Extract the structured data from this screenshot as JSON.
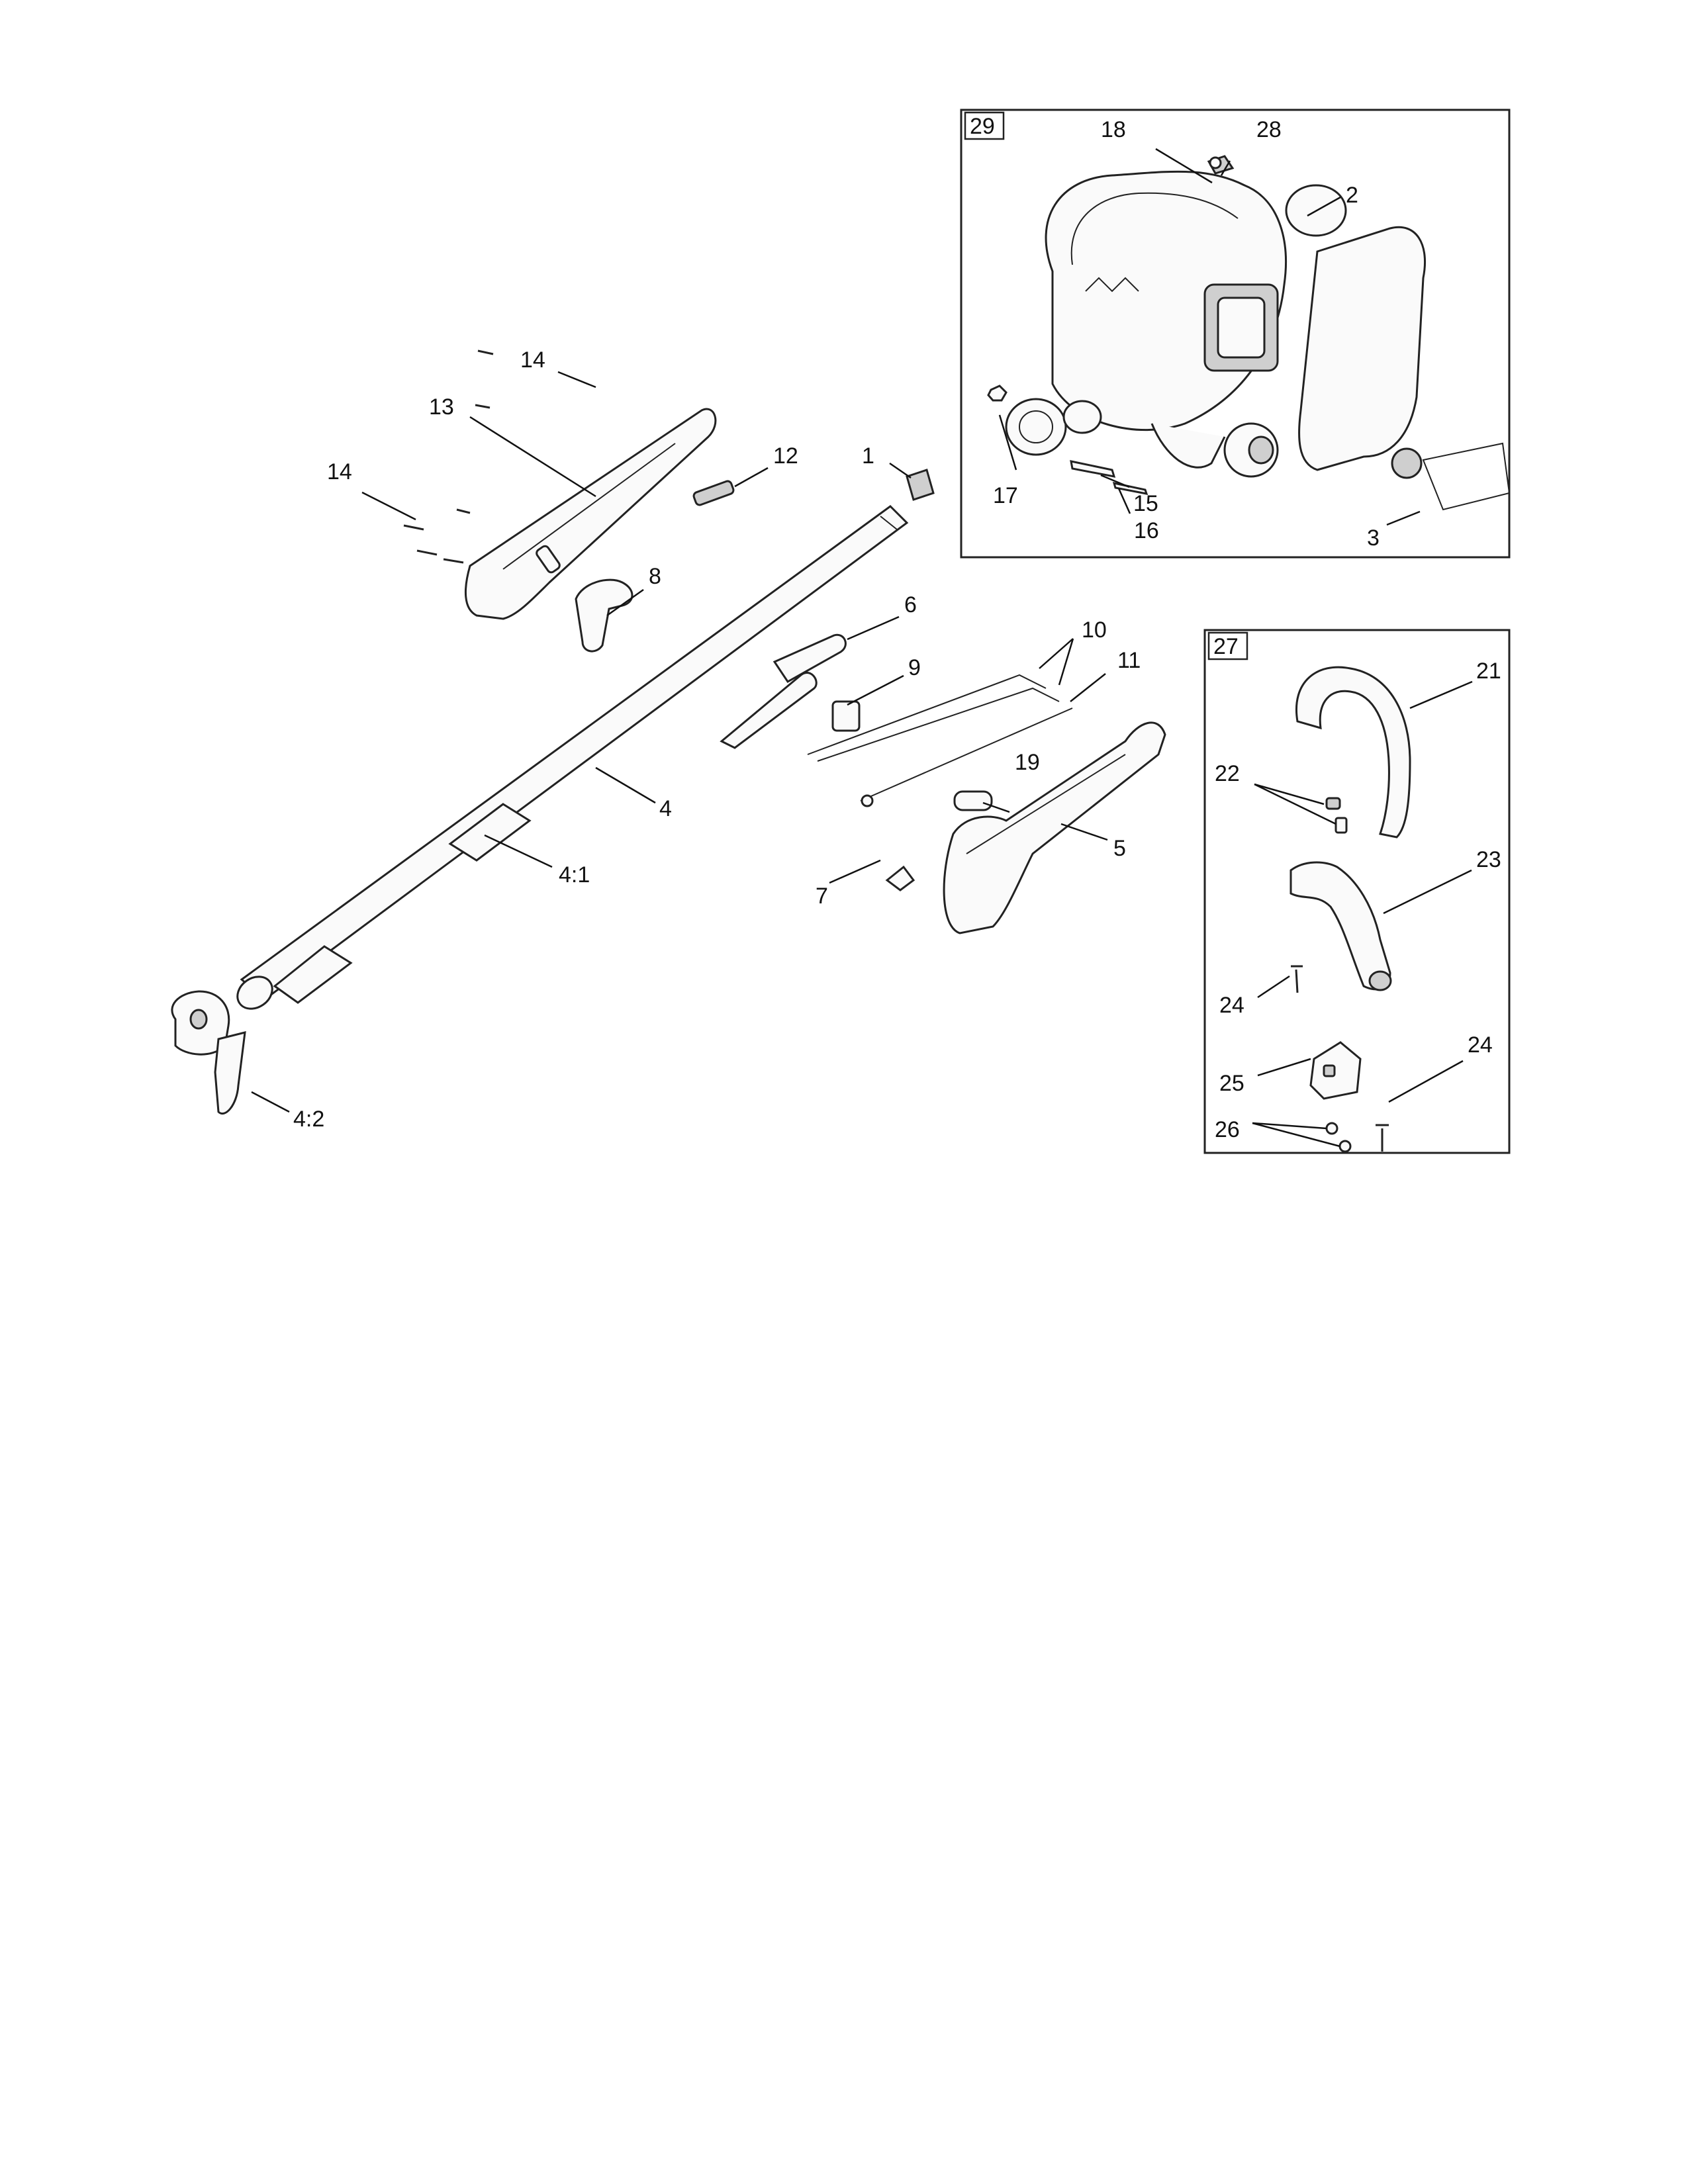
{
  "boxes": {
    "engine": {
      "tag": "29"
    },
    "handle": {
      "tag": "27"
    }
  },
  "callouts": {
    "c1": "1",
    "c2": "2",
    "c3": "3",
    "c4": "4",
    "c4_1": "4:1",
    "c4_2": "4:2",
    "c5": "5",
    "c6": "6",
    "c7": "7",
    "c8": "8",
    "c9": "9",
    "c10": "10",
    "c11": "11",
    "c12": "12",
    "c13": "13",
    "c14a": "14",
    "c14b": "14",
    "c15": "15",
    "c16": "16",
    "c17": "17",
    "c18": "18",
    "c19": "19",
    "c21": "21",
    "c22": "22",
    "c23": "23",
    "c24a": "24",
    "c24b": "24",
    "c25": "25",
    "c26": "26",
    "c28": "28"
  }
}
